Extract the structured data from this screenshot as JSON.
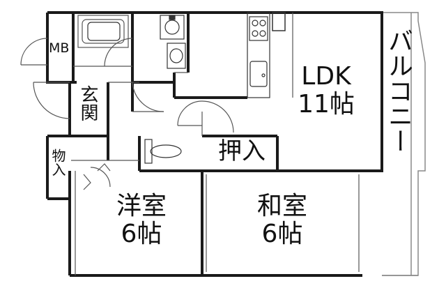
{
  "rooms": {
    "ldk": {
      "name": "LDK",
      "size": "11帖"
    },
    "western": {
      "name": "洋室",
      "size": "6帖"
    },
    "japanese": {
      "name": "和室",
      "size": "6帖"
    },
    "closet": {
      "name": "押入"
    },
    "mb": {
      "name": "MB"
    },
    "entrance": {
      "name": "玄関"
    },
    "storage": {
      "name": "物入"
    },
    "balcony": {
      "name": "バルコニー"
    }
  },
  "colors": {
    "wall": "#1a1a1a",
    "thin": "#555555",
    "balcony": "#888888"
  },
  "fixtures": [
    "bathtub-icon",
    "washer-icon",
    "washbasin-icon",
    "stove-icon",
    "sink-icon",
    "toilet-icon",
    "fridge-icon"
  ]
}
